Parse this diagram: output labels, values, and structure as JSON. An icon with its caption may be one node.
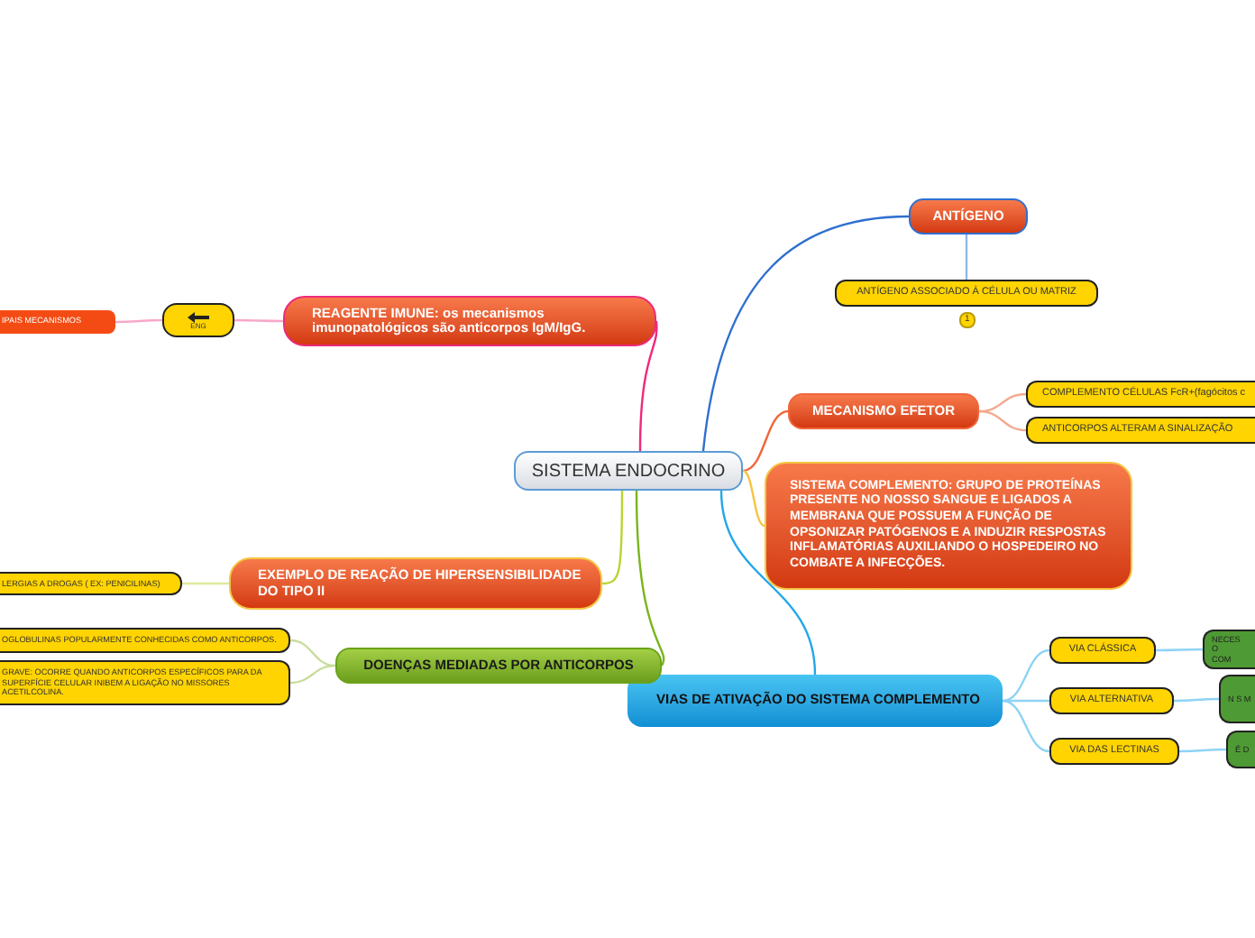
{
  "diagram": {
    "nodes": [
      {
        "text": [
          "SISTEMA ENDOCRINO"
        ]
      },
      {
        "text": [
          "ANTÍGENO"
        ]
      },
      {
        "text": [
          "ANTÍGENO ASSOCIADO À CÉLULA OU MATRIZ"
        ],
        "beside": [
          "1"
        ]
      },
      {
        "text": [
          "MECANISMO EFETOR"
        ]
      },
      {
        "text": [
          "COMPLEMENTO CÉLULAS FcR+(fagócitos c"
        ]
      },
      {
        "text": [
          "ANTICORPOS ALTERAM A SINALIZAÇÃO"
        ]
      },
      {
        "text": [
          "SISTEMA COMPLEMENTO: GRUPO DE PROTEÍNAS PRESENTE NO NOSSO SANGUE E LIGADOS A MEMBRANA QUE POSSUEM A FUNÇÃO DE OPSONIZAR PATÓGENOS E A INDUZIR RESPOSTAS INFLAMATÓRIAS AUXILIANDO O HOSPEDEIRO NO COMBATE A INFECÇÕES."
        ]
      },
      {
        "text": [
          "VIAS DE ATIVAÇÃO DO SISTEMA COMPLEMENTO"
        ]
      },
      {
        "text": [
          "VIA CLÁSSICA"
        ]
      },
      {
        "text": [
          "VIA ALTERNATIVA"
        ]
      },
      {
        "text": [
          "VIA DAS LECTINAS"
        ]
      },
      {
        "text": [
          "NECES O COM"
        ]
      },
      {
        "text": [
          "N S M"
        ]
      },
      {
        "text": [
          "É D"
        ]
      },
      {
        "text": [
          "REAGENTE IMUNE: os mecanismos imunopatológicos são anticorpos IgM/IgG."
        ]
      },
      {
        "text": [
          "ENG"
        ]
      },
      {
        "text": [
          "IPAIS MECANISMOS"
        ]
      },
      {
        "text": [
          "EXEMPLO DE REAÇÃO DE HIPERSENSIBILIDADE DO TIPO II"
        ]
      },
      {
        "text": [
          "LERGIAS A DROGAS ( EX: PENICILINAS)"
        ]
      },
      {
        "text": [
          "DOENÇAS MEDIADAS POR ANTICORPOS"
        ]
      },
      {
        "text": [
          "OGLOBULINAS POPULARMENTE CONHECIDAS COMO ANTICORPOS."
        ]
      },
      {
        "text": [
          "GRAVE: OCORRE QUANDO ANTICORPOS ESPECÍFICOS PARA DA SUPERFÍCIE CELULAR INIBEM A LIGAÇÃO NO MISSORES ACETILCOLINA."
        ]
      }
    ],
    "edges": [
      {
        "from": 0,
        "to": 1,
        "arrow": "none",
        "color": "#2f6fd0"
      },
      {
        "from": 1,
        "to": 2,
        "arrow": "none",
        "color": "#8fb8e8"
      },
      {
        "from": 0,
        "to": 3,
        "arrow": "none",
        "color": "#f0663a"
      },
      {
        "from": 3,
        "to": 4,
        "arrow": "none",
        "color": "#f5a990"
      },
      {
        "from": 3,
        "to": 5,
        "arrow": "none",
        "color": "#f5a990"
      },
      {
        "from": 0,
        "to": 6,
        "arrow": "none",
        "color": "#f5c542"
      },
      {
        "from": 0,
        "to": 7,
        "arrow": "none",
        "color": "#22a7e8"
      },
      {
        "from": 7,
        "to": 8,
        "arrow": "none",
        "color": "#8fd3f5"
      },
      {
        "from": 7,
        "to": 9,
        "arrow": "none",
        "color": "#8fd3f5"
      },
      {
        "from": 7,
        "to": 10,
        "arrow": "none",
        "color": "#8fd3f5"
      },
      {
        "from": 8,
        "to": 11,
        "arrow": "none",
        "color": "#8fd3f5"
      },
      {
        "from": 9,
        "to": 12,
        "arrow": "none",
        "color": "#8fd3f5"
      },
      {
        "from": 10,
        "to": 13,
        "arrow": "none",
        "color": "#8fd3f5"
      },
      {
        "from": 0,
        "to": 14,
        "arrow": "none",
        "color": "#ee2a7b"
      },
      {
        "from": 14,
        "to": 15,
        "arrow": "none",
        "color": "#f7a8c8"
      },
      {
        "from": 15,
        "to": 16,
        "arrow": "none",
        "color": "#f7a8c8"
      },
      {
        "from": 0,
        "to": 17,
        "arrow": "none",
        "color": "#b8d432"
      },
      {
        "from": 17,
        "to": 18,
        "arrow": "none",
        "color": "#dde89a"
      },
      {
        "from": 0,
        "to": 19,
        "arrow": "none",
        "color": "#7ab51d"
      },
      {
        "from": 19,
        "to": 20,
        "arrow": "none",
        "color": "#c8dd9a"
      },
      {
        "from": 19,
        "to": 21,
        "arrow": "none",
        "color": "#c8dd9a"
      }
    ]
  }
}
